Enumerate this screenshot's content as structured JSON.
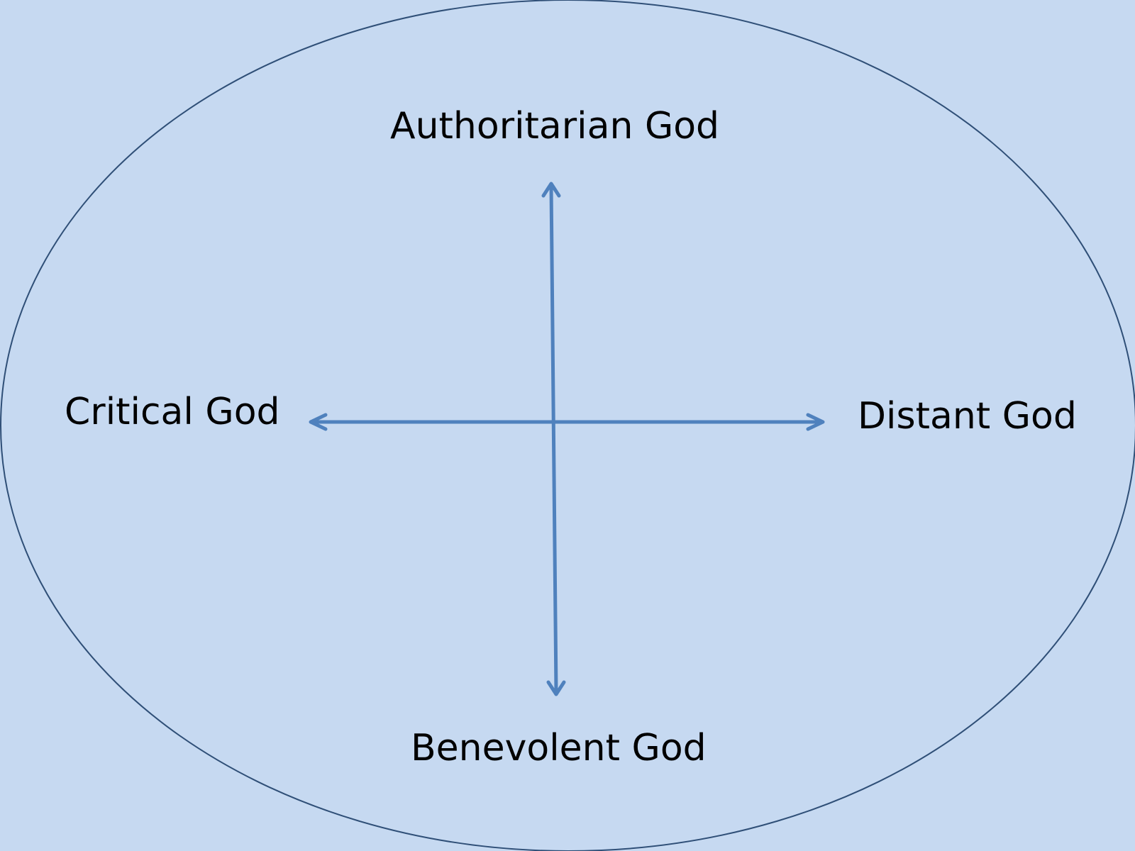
{
  "diagram": {
    "labels": {
      "top": "Authoritarian God",
      "left": "Critical God",
      "right": "Distant God",
      "bottom": "Benevolent God"
    },
    "colors": {
      "background": "#C6D9F1",
      "ellipse_stroke": "#2F4F77",
      "arrow": "#4F81BD",
      "text": "#000000"
    }
  }
}
